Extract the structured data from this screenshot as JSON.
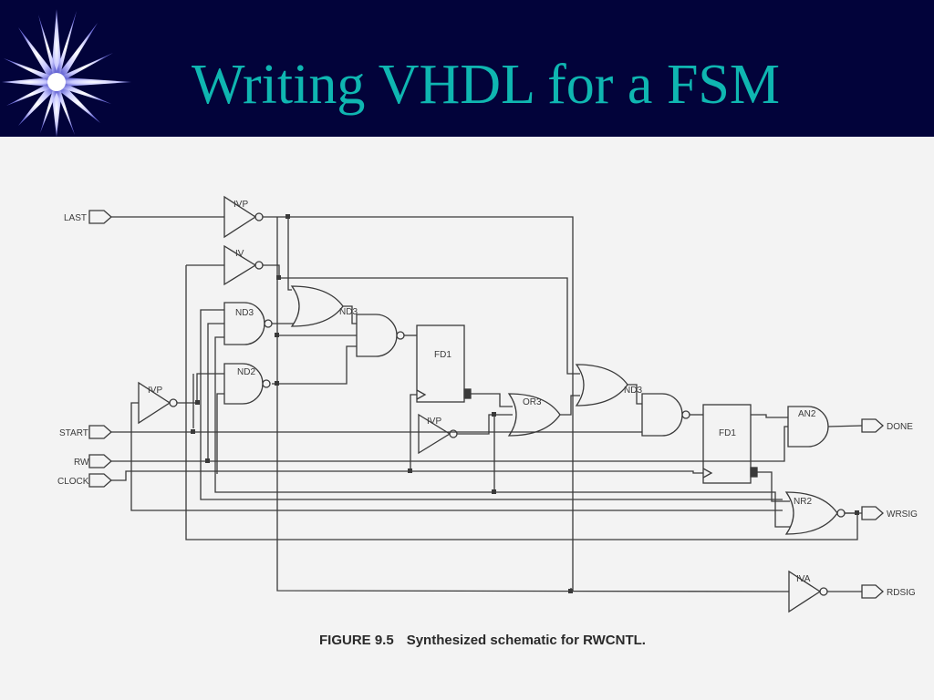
{
  "slide": {
    "title": "Writing VHDL for a FSM",
    "accent_color": "#0fb6b1",
    "header_color": "#02033a",
    "decoration": "starburst-icon"
  },
  "figure": {
    "number": "FIGURE 9.5",
    "caption": "Synthesized schematic for RWCNTL."
  },
  "schematic": {
    "inputs": [
      "LAST",
      "START",
      "RW",
      "CLOCK"
    ],
    "outputs": [
      "DONE",
      "WRSIG",
      "RDSIG"
    ],
    "gates": {
      "ivp_last": "IVP",
      "iv": "IV",
      "nd3": "ND3",
      "nd2": "ND2",
      "ivp_start": "IVP",
      "or_a": "",
      "nd_a": "ND3",
      "fd1_a": "FD1",
      "ivp_mid": "IVP",
      "or3": "OR3",
      "or_b": "",
      "nd_b": "ND3",
      "fd1_b": "FD1",
      "an2": "AN2",
      "nr2": "NR2",
      "iva": "IVA"
    }
  }
}
